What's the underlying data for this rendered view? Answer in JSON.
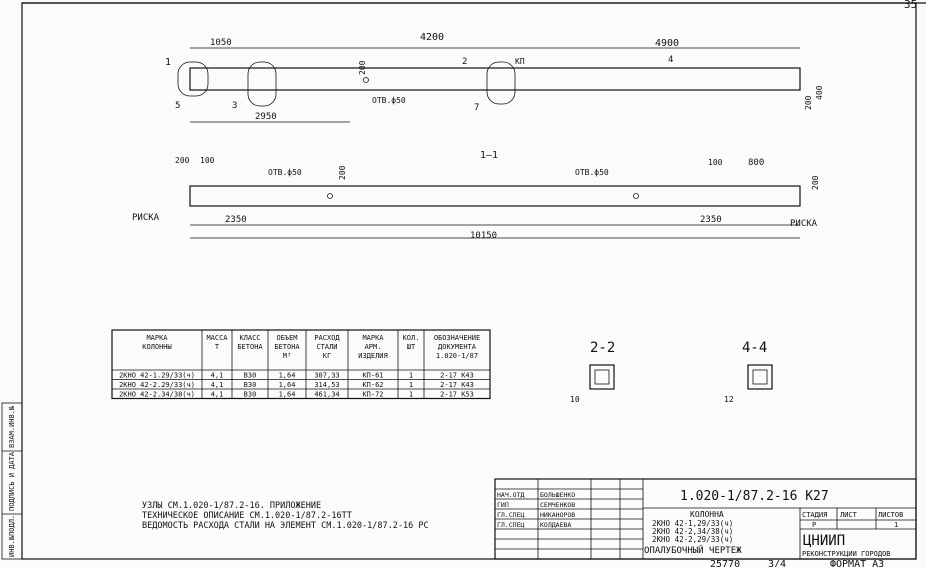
{
  "page_number": "35",
  "elevation": {
    "dims_top": [
      "1050",
      "4200",
      "4900",
      "2950"
    ],
    "hole": "ОТВ.ф50",
    "kp": "КП",
    "sec_marks": [
      "1",
      "2",
      "4",
      "3",
      "5",
      "7"
    ],
    "dims_side": [
      "200",
      "400",
      "200"
    ]
  },
  "plan": {
    "title": "1—1",
    "dims": [
      "200",
      "100",
      "200",
      "2350",
      "10150",
      "2350",
      "100",
      "800",
      "200"
    ],
    "holes": [
      "ОТВ.ф50",
      "ОТВ.ф50"
    ],
    "riska": [
      "РИСКА",
      "РИСКА"
    ]
  },
  "table": {
    "headers": [
      "МАРКА КОЛОННЫ",
      "МАССА Т",
      "КЛАСС БЕТОНА",
      "ОБЪЕМ БЕТОНА М³",
      "РАСХОД СТАЛИ КГ",
      "МАРКА АРМ. ИЗДЕЛИЯ",
      "КОЛ. ШТ",
      "ОБОЗНАЧЕНИЕ ДОКУМЕНТА 1.020-1/87"
    ],
    "rows": [
      [
        "2КНО 42-1.29/33(ч)",
        "4,1",
        "В30",
        "1,64",
        "307,33",
        "КП-61",
        "1",
        "2-17 К43"
      ],
      [
        "2КНО 42-2.29/33(ч)",
        "4,1",
        "В30",
        "1,64",
        "314,53",
        "КП-62",
        "1",
        "2-17 К43"
      ],
      [
        "2КНО 42-2.34/38(ч)",
        "4,1",
        "В30",
        "1,64",
        "461,34",
        "КП-72",
        "1",
        "2-17 К53"
      ]
    ]
  },
  "sections": [
    {
      "title": "2-2",
      "mark": "10"
    },
    {
      "title": "4-4",
      "mark": "12"
    }
  ],
  "notes": [
    "УЗЛЫ СМ.1.020-1/87.2-16. ПРИЛОЖЕНИЕ",
    "ТЕХНИЧЕСКОЕ ОПИСАНИЕ СМ.1.020-1/87.2-16ТТ",
    "ВЕДОМОСТЬ РАСХОДА СТАЛИ НА ЭЛЕМЕНТ СМ.1.020-1/87.2-16 РС"
  ],
  "stamp": {
    "signers": [
      [
        "НАЧ.ОТД",
        "БОЛЬШЕНКО"
      ],
      [
        "ГИП",
        "СЕМЧЕНКОВ"
      ],
      [
        "ГЛ.СПЕЦ",
        "НИКАНОРОВ"
      ],
      [
        "ГЛ.СПЕЦ",
        "КОЛДАЕВА"
      ]
    ],
    "code": "1.020-1/87.2-16 К27",
    "name": [
      "КОЛОННА",
      "2КНО 42-1,29/33(ч)",
      "2КНО 42-2,34/38(ч)",
      "2КНО 42-2,29/33(ч)",
      "ОПАЛУБОЧНЫЙ ЧЕРТЕЖ"
    ],
    "stage_headers": [
      "СТАДИЯ",
      "ЛИСТ",
      "ЛИСТОВ"
    ],
    "stage": "Р",
    "sheets": "1",
    "org": "ЦНИИП",
    "org_sub": "РЕКОНСТРУКЦИИ ГОРОДОВ"
  },
  "footer": {
    "inv": "25770",
    "sheet": "3/4",
    "format": "ФОРМАТ А3"
  },
  "side_labels": [
    "ИНВ.№ПОДЛ.",
    "ПОДПИСЬ И ДАТА",
    "ВЗАМ.ИНВ.№"
  ]
}
